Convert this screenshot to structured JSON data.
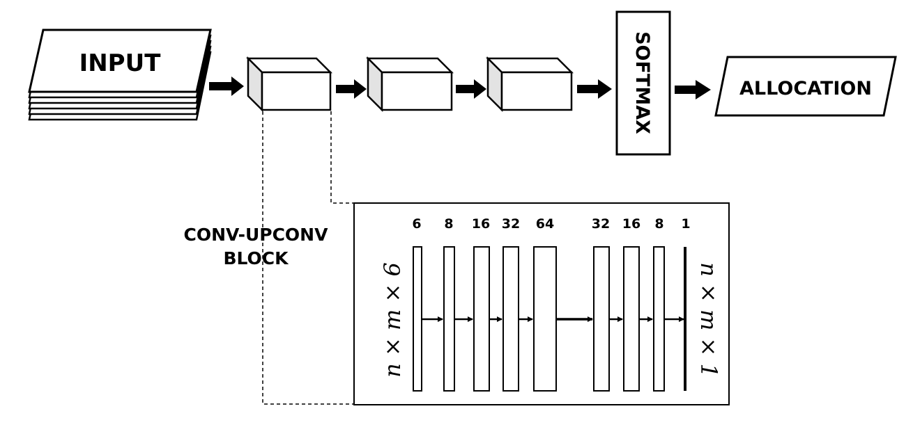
{
  "input": {
    "label": "INPUT"
  },
  "softmax": {
    "label": "SOFTMAX"
  },
  "allocation": {
    "label": "ALLOCATION"
  },
  "block": {
    "label_line1": "CONV-UPCONV",
    "label_line2": "BLOCK"
  },
  "detail": {
    "channels": [
      "6",
      "8",
      "16",
      "32",
      "64",
      "32",
      "16",
      "8",
      "1"
    ],
    "left_dim": "n × m × 6",
    "right_dim": "n × m × 1"
  }
}
